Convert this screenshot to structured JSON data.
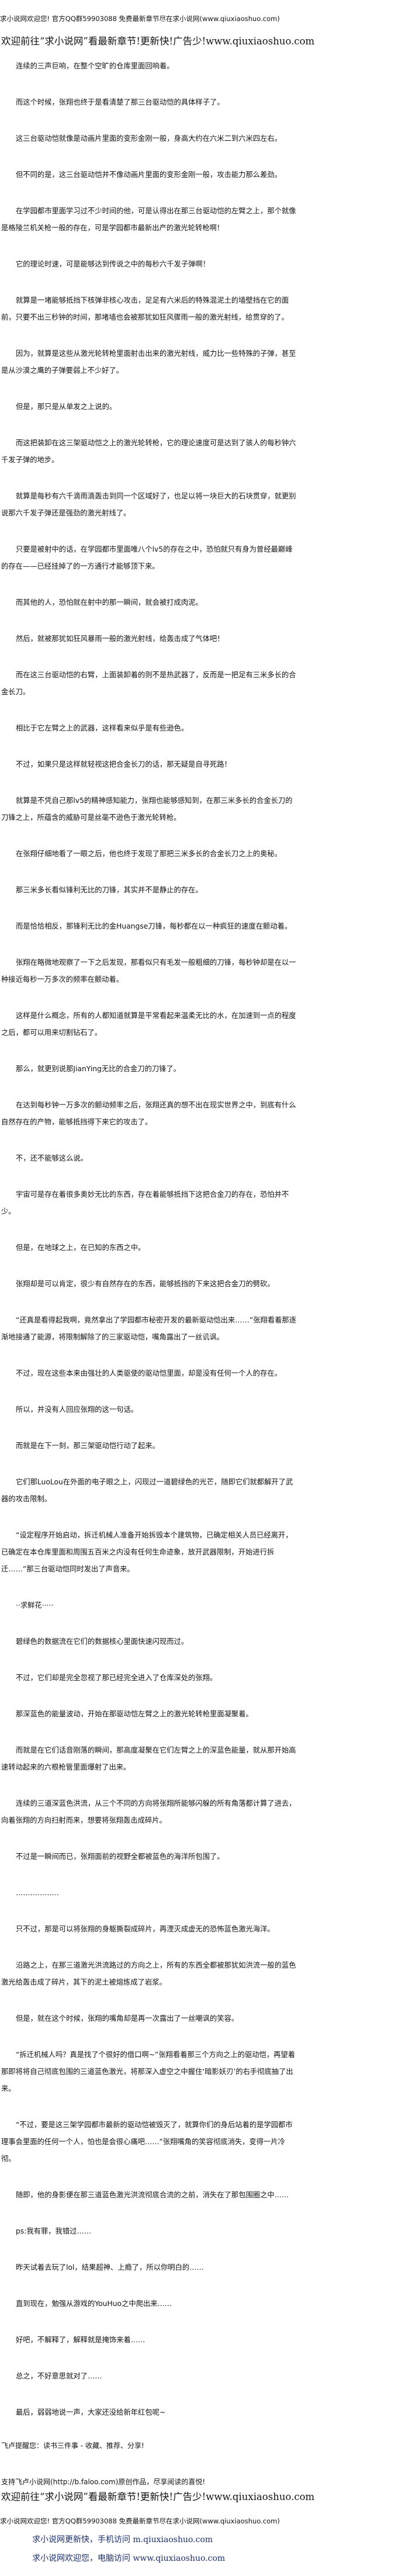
{
  "header": {
    "notice": "求小说网欢迎您! 官方QQ群59903088 免费最新章节尽在求小说网(www.qiuxiaoshuo.com)",
    "welcome": "欢迎前往“求小说网”看最新章节!更新快!广告少!www.qiuxiaoshuo.com"
  },
  "paragraphs": [
    "连续的三声巨响，在整个空旷的仓库里面回响着。",
    "而这个时候，张翔也终于是看清楚了那三台驱动恺的具体样子了。",
    "这三台驱动恺就像是动画片里面的变形金刚一般，身高大约在六米二到六米四左右。",
    "但不同的是，这三台驱动恺并不像动画片里面的变形金刚一般，攻击能力那么差劲。",
    "在学园都市里面学习过不少时间的他，可是认得出在那三台驱动恺的左臂之上，那个就像是格陵兰机关枪一般的存在，可是学园都市最新出产的激光轮转枪啊！",
    "它的理论时速，可是能够达到传说之中的每秒六千发子弹啊！",
    "就算是一堵能够抵挡下核弹非核心攻击，足足有六米后的特殊混泥土的墙壁挡在它的面前，只要不出三秒钟的时间，那堵墙也会被那犹如狂风骤雨一般的激光射线，给贯穿的了。",
    "因为，就算是这些从激光轮转枪里面射击出来的激光射线，威力比一些特殊的子弹，甚至是从沙漠之鹰的子弹要弱上不少好了。",
    "但是，那只是从单发之上说的。",
    "而这把装卸在这三架驱动恺之上的激光轮转枪，它的理论速度可是达到了骇人的每秒钟六千发子弹的地步。",
    "就算是每秒有六千滴雨滴轰击到同一个区域好了，也足以将一块巨大的石块贯穿，就更别说那六千发子弹还是强劲的激光射线了。",
    "只要是被射中的话，在学园都市里面唯八个lv5的存在之中，恐怕就只有身为曾经最巅峰的存在——已经挂掉了的一方通行才能够顶下来。",
    "而其他的人，恐怕就在射中的那一瞬间，就会被打成肉泥。",
    "然后，就被那犹如狂风暴雨一般的激光射线，给轰击成了气体吧！",
    "而在这三台驱动恺的右臂，上面装卸着的则不是热武器了，反而是一把足有三米多长的合金长刀。",
    "相比于它左臂之上的武器，这样看来似乎是有些逊色。",
    "不过，如果只是这样就轻视这把合金长刀的话，那无疑是自寻死路！",
    "就算是不凭自己那lv5的精神感知能力，张翔也能够感知到，在那三米多长的合金长刀的刀锋之上，所蕴含的威胁可是丝毫不逊色于激光轮转枪。",
    "在张翔仔细地看了一眼之后，他也终于发现了那把三米多长的合金长刀之上的奥秘。",
    "那三米多长看似锋利无比的刀锋，其实并不是静止的存在。",
    "而是恰恰相反，那锋利无比的金Huangse刀锋，每秒都在以一种疯狂的速度在颤动着。",
    "张翔在略微地观察了一下之后发现，那看似只有毛发一般粗细的刀锋，每秒钟却是在以一种接近每秒一万多次的频率在颤动着。",
    "这样是什么概念，所有的人都知道就算是平常看起来温柔无比的水，在加速到一点的程度之后，都可以用来切割钻石了。",
    "那么，就更别说那JianYing无比的合金刀的刀锋了。",
    "在达到每秒钟一万多次的颤动频率之后，张翔还真的想不出在现实世界之中，到底有什么自然存在的产物，能够抵挡得下来它的攻击了。",
    "不，还不能够这么说。",
    "宇宙可是存在着很多奥妙无比的东西，存在着能够抵挡下这把合金刀的存在，恐怕并不少。",
    "但是，在地球之上，在已知的东西之中。",
    "张翔却是可以肯定，很少有自然存在的东西，能够抵挡的下来这把合金刀的劈砍。",
    "“还真是看得起我啊，竟然拿出了学园都市秘密开发的最新驱动恺出来……”张翔看着那逐渐地接通了能源，将限制解除了的三家驱动恺，嘴角露出了一丝讥讽。",
    "不过，现在这些本来由强壮的人类驱使的驱动恺里面，却是没有任何一个人的存在。",
    "所以，并没有人回应张翔的这一句话。",
    "而就是在下一刻，那三架驱动恺行动了起来。",
    "它们那LuoLou在外面的电子眼之上，闪现过一道碧绿色的光芒，随即它们就都解开了武器的攻击限制。",
    "“设定程序开始启动，拆迁机械人准备开始拆毁本个建筑物，已确定相关人员已经离开，已确定在本仓库里面和周围五百米之内没有任何生命迹象，放开武器限制，开始进行拆迁……”那三台驱动恺同时发出了声音来。",
    "··求鲜花·····",
    "碧绿色的数据流在它们的数据核心里面快速闪现而过。",
    "不过，它们却是完全忽视了那已经完全进入了仓库深处的张翔。",
    "那深蓝色的能量波动，开始在那驱动恺左臂之上的激光轮转枪里面凝聚着。",
    "而就是在它们话音刚落的瞬间，那高度凝聚在它们左臂之上的深蓝色能量，就从那开始高速转动起来的六根枪管里面爆射了出来。",
    "连续的三道深蓝色洪流，从三个不同的方向将张翔所能够闪躲的所有角落都计算了进去，向着张翔的方向扫射而来，想要将张翔轰击成碎片。",
    "不过是一瞬间而已，张翔面前的视野全都被蓝色的海洋所包围了。",
    "………………",
    "只不过，那是可以将张翔的身躯撕裂成碎片，再湮灭成虚无的恐怖蓝色激光海洋。",
    "沿路之上，在那三道激光洪流路过的方向之上，所有的东西全都被那犹如洪流一般的蓝色激光给轰击成了碎片，其下的泥土被熔炼成了岩浆。",
    "但是，就在这个时候，张翔的嘴角却是再一次露出了一丝嘲讽的笑容。",
    "“拆迁机械人吗？真是找了个很好的借口啊~”张翔看着那三个方向之上的驱动恺，再望着那即将将自己彻底包围的三道蓝色激光，将那深入虚空之中握住‘暗影妖刃’的右手彻底抽了出来。",
    "“不过，要是这三架学园都市最新的驱动恺被毁灭了，就算你们的身后站着的是学园都市理事会里面的任何一个人，怕也是会很心痛吧……”张翔嘴角的笑容彻底消失，变得一片冷彻。",
    "随即，他的身影便在那三道蓝色激光洪流彻底合流的之前，消失在了那包围圈之中……",
    "ps:我有罪，我错过……",
    "昨天试着去玩了lol，结果超神、上瘾了，所以你明白的……",
    "直到现在，勉强从游戏的YouHuo之中爬出来……",
    "好吧，不解释了，解释就是掩饰来着……",
    "总之，不好意思就对了……",
    "最后，弱弱地说一声，大家还没给新年红包呢~"
  ],
  "footer": {
    "reminder": "飞卢提醒您：读书三件事 - 收藏、推荐、分享!",
    "support": "支持飞卢小说网(http://b.faloo.com)原创作品，尽享阅读的喜悦!",
    "welcome": "欢迎前往“求小说网”看最新章节!更新快!广告少!www.qiuxiaoshuo.com",
    "notice": "求小说网欢迎您! 官方QQ群59903088 免费最新章节尽在求小说网(www.qiuxiaoshuo.com)",
    "mobile": "求小说网更新快，手机访问 m.qiuxiaoshuo.com",
    "desktop": "求小说网欢迎您，电脑访问 www.qiuxiaoshuo.com",
    "link_color": "#1c2f6b"
  }
}
